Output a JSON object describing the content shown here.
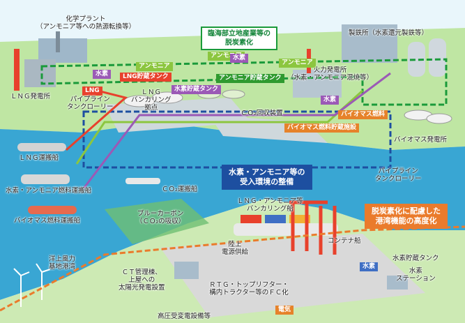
{
  "headline_boxes": {
    "coastal": "臨海部立地産業等の\n脱炭素化",
    "receiving": "水素・アンモニア等の\n受入環境の整備",
    "port": "脱炭素化に配慮した\n港湾機能の高度化"
  },
  "labels": {
    "chemical_plant": "化学プラント\n（アンモニア等への熱源転換等）",
    "steelworks": "製鉄所（水素還元製鉄等）",
    "lng_power": "ＬＮＧ発電所",
    "pipeline_lorry_left": "パイプライン\nタンクローリー",
    "lng_bunkering_base": "ＬＮＧ\nバンカリング\n拠点",
    "thermal_power": "火力発電所\n（水素・アンモニア混焼等）",
    "co2_facility": "ＣＯ₂回収装置",
    "biomass_power": "バイオマス発電所",
    "lng_carrier": "ＬＮＧ運搬船",
    "h2_nh3_carrier": "水素・アンモニア燃料運搬船",
    "biomass_carrier": "バイオマス燃料運搬船",
    "co2_carrier": "ＣＯ₂運搬船",
    "blue_carbon": "ブルーカーボン\n（ＣＯ₂の吸収）",
    "lng_bunkering_ship": "ＬＮＧ・アンモニア等\nバンカリング船",
    "pipeline_lorry_right": "パイプライン\nタンクローリー",
    "container_ship": "コンテナ船",
    "shore_power": "陸上\n電源供給",
    "offshore_wind": "洋上風力\n基地港湾",
    "ct_building": "ＣＴ管理棟、\n上屋への\n太陽光発電設置",
    "rtg": "ＲＴＧ・トップリフター・\n構内トラクター等のＦＣ化",
    "substation": "高圧受変電設備等",
    "h2_storage": "水素貯蔵タンク",
    "h2_station": "水素\nステーション"
  },
  "tags": {
    "lng_tank": "LNG貯蔵タンク",
    "h2_tank": "水素貯蔵タンク",
    "nh3_tank": "アンモニア貯蔵タンク",
    "biomass_fuel": "バイオマス燃料",
    "biomass_storage": "バイオマス燃料貯蔵施設",
    "ammonia_1": "アンモニア",
    "ammonia_2": "アンモニア",
    "ammonia_3": "アンモニア",
    "hydrogen_1": "水素",
    "hydrogen_2": "水素",
    "hydrogen_3": "水素",
    "hydrogen_4": "水素",
    "lng": "LNG",
    "electricity": "電気"
  },
  "colors": {
    "sea": "#39a6d3",
    "land": "#bfe6a3",
    "green_route": "#1a9a3a",
    "blue_route": "#1d4fa0",
    "orange_route": "#ea7b2c",
    "ammonia_line": "#8cc63f",
    "hydrogen_line": "#9b59b6",
    "lng_line": "#e8412c"
  }
}
